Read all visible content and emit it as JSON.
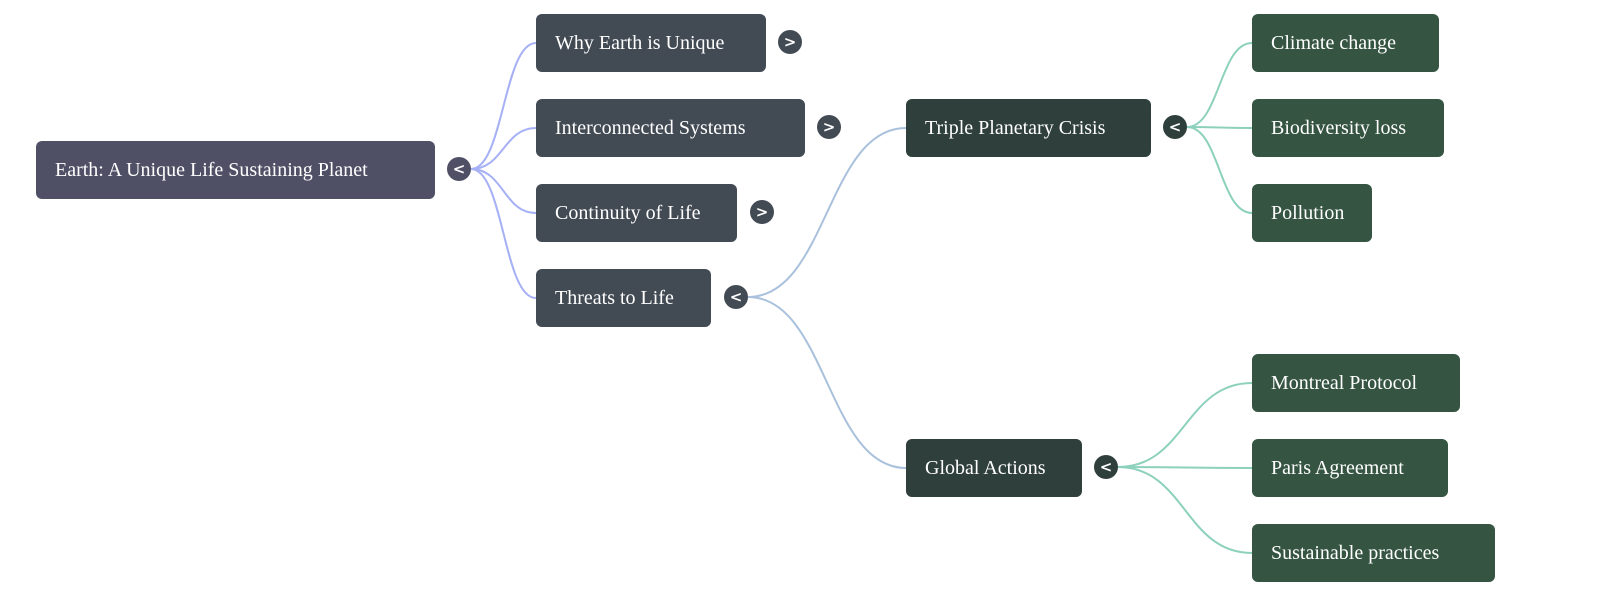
{
  "root": {
    "label": "Earth: A Unique Life Sustaining Planet",
    "toggle": "<"
  },
  "level1": [
    {
      "label": "Why Earth is Unique",
      "toggle": ">"
    },
    {
      "label": "Interconnected Systems",
      "toggle": ">"
    },
    {
      "label": "Continuity of Life",
      "toggle": ">"
    },
    {
      "label": "Threats to Life",
      "toggle": "<"
    }
  ],
  "level2": [
    {
      "label": "Triple Planetary Crisis",
      "toggle": "<",
      "children": [
        "Climate change",
        "Biodiversity loss",
        "Pollution"
      ]
    },
    {
      "label": "Global Actions",
      "toggle": "<",
      "children": [
        "Montreal Protocol",
        "Paris Agreement",
        "Sustainable practices"
      ]
    }
  ],
  "colors": {
    "root": "#4f5066",
    "level1": "#424a54",
    "level2": "#2f3f3b",
    "level3": "#355442",
    "edge_root": "#a6b0f5",
    "edge_threats": "#a9c1dc",
    "edge_leaf": "#8dd1bd"
  }
}
